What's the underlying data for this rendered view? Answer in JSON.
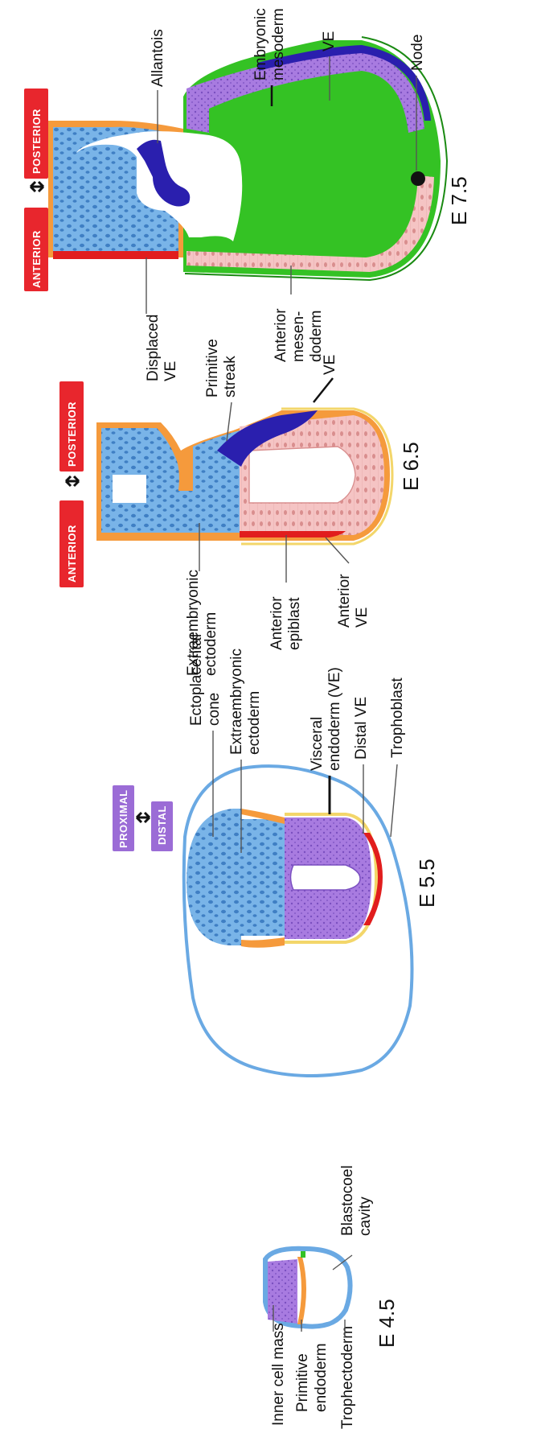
{
  "colors": {
    "ectoderm_blue": "#79b4e8",
    "ve_orange": "#f59a3c",
    "epiblast_purple": "#a87be0",
    "mesoderm_dark": "#2a1fae",
    "anterior_red": "#e11d1d",
    "mesendoderm_pink": "#f5c4c4",
    "ve_green": "#34c224",
    "trophoblast_blue": "#6aa9e3",
    "axis_red": "#e8262d",
    "axis_purple": "#9b6cd6"
  },
  "stages": {
    "e45": {
      "title": "E 4.5",
      "labels": {
        "inner_cell_mass": "Inner cell mass",
        "primitive_endoderm_1": "Primitive",
        "primitive_endoderm_2": "endoderm",
        "trophectoderm": "Trophectoderm",
        "blastocoel_1": "Blastocoel",
        "blastocoel_2": "cavity"
      }
    },
    "e55": {
      "title": "E 5.5",
      "axis": {
        "proximal": "PROXIMAL",
        "distal": "DISTAL"
      },
      "labels": {
        "ectoplacental_1": "Ectoplacental",
        "ectoplacental_2": "cone",
        "extraemb_1": "Extraembryonic",
        "extraemb_2": "ectoderm",
        "visceral_1": "Visceral",
        "visceral_2": "endoderm  (VE)",
        "distal_ve": "Distal VE",
        "trophoblast": "Trophoblast"
      }
    },
    "e65": {
      "title": "E 6.5",
      "axis": {
        "anterior": "ANTERIOR",
        "posterior": "POSTERIOR"
      },
      "labels": {
        "extraemb_1": "Extraembryonic",
        "extraemb_2": "ectoderm",
        "ant_epiblast_1": "Anterior",
        "ant_epiblast_2": "epiblast",
        "ant_ve_1": "Anterior",
        "ant_ve_2": "VE",
        "prim_streak_1": "Primitive",
        "prim_streak_2": "streak",
        "ve": "VE"
      }
    },
    "e75": {
      "title": "E 7.5",
      "axis": {
        "anterior": "ANTERIOR",
        "posterior": "POSTERIOR"
      },
      "labels": {
        "displaced_1": "Displaced",
        "displaced_2": "VE",
        "ant_mes_1": "Anterior",
        "ant_mes_2": "mesen-",
        "ant_mes_3": "doderm",
        "allantois": "Allantois",
        "emb_meso_1": "Embryonic",
        "emb_meso_2": "mesoderm",
        "ve": "VE",
        "node": "Node"
      }
    }
  }
}
